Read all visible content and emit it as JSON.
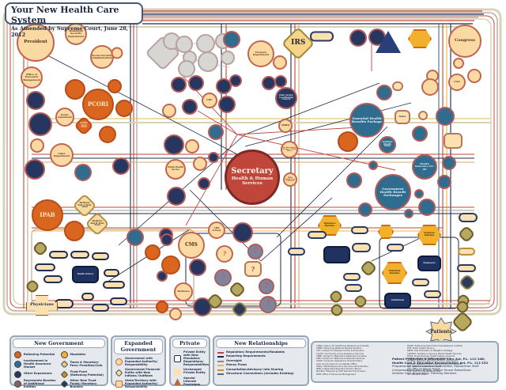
{
  "header": {
    "title": "Your New Health Care System",
    "subtitle": "As Amended by Supreme Court, June 28, 2012"
  },
  "nodes": {
    "secretary": {
      "line1": "Secretary",
      "line2": "Health & Human",
      "line3": "Services"
    },
    "irs": "IRS",
    "president": "President",
    "congress": "Congress",
    "pcori": "PCORI",
    "ipab": "IPAB",
    "cms": "CMS",
    "medicare": "Medicare",
    "treasury": "Treasury Department",
    "social_security": "Social Security Administration",
    "homeland_security": "Homeland Security Department",
    "labor": "Labor Department",
    "justice": "Justice Department",
    "opm": "Office of Personnel Management",
    "essential_benefits": "Essential Health Benefits Package",
    "exchanges": "Government Health Benefit Exchanges",
    "coop": "Health Insurance CO-OP",
    "cdc": "CDC",
    "ahrq": "AHRQ",
    "gao": "GAO",
    "employer_mandate": "Employer Mandate",
    "individual_mandate": "Individual Mandate",
    "economic_mandate": "Insurance Mandate",
    "patients": "Patients",
    "physicians": "Physicians",
    "health_insurer": "Health Insurer",
    "employers": "Employers",
    "individuals": "Individuals",
    "medicare_trust_a": "Medicare Part A Trust Fund",
    "medicare_trust_b": "Medicare Part B Trust Fund",
    "pcori_trust": "PCORI Trust Fund",
    "cms_actuary": "CMS Actuary",
    "inspector_general": "HHS Inspector General",
    "public_health": "Public Health Service",
    "surgeon_general": "US Preventive Services Task Force",
    "elder_justice": "Elder Justice Coordinating Council",
    "qualified_plans": "Qualified Health Plans",
    "states": "States"
  },
  "legend": {
    "new_government": {
      "heading": "New Government",
      "items": [
        {
          "label": "Rationing Potential",
          "color": "#d9651f",
          "shape": "circle"
        },
        {
          "label": "Mandates",
          "color": "#f3b02c",
          "shape": "circle"
        },
        {
          "label": "Involvement in Health Insurance Market",
          "color": "#2f6c8e",
          "shape": "circle"
        },
        {
          "label": "Taxes & Monetary Fees/ Penalties/Cuts",
          "color": "#e6c68a",
          "shape": "diamond"
        },
        {
          "label": "Other Expansions",
          "color": "#27365e",
          "shape": "circle"
        },
        {
          "label": "Trust Fund (Rationing Potential)",
          "color": "#c98a2a",
          "shape": "diamond"
        },
        {
          "label": "Represents Bundles of Additional Entities",
          "color": "#4a7a9a",
          "shape": "circle"
        },
        {
          "label": "Other New Trust Funds/ Monetary Bundles",
          "color": "#2b3a5e",
          "shape": "diamond"
        }
      ]
    },
    "expanded_government": {
      "heading": "Expanded Government",
      "items": [
        {
          "label": "Government with Expanded Authority/ Responsibility",
          "color": "#fbd9a3",
          "shape": "circle"
        },
        {
          "label": "Government Financial Entity with New Inflows/ Outflows",
          "color": "#f3e09a",
          "shape": "diamond"
        },
        {
          "label": "State/Territory with Expanded Authority/ Responsibility",
          "color": "#fbd9a3",
          "shape": "rect"
        }
      ]
    },
    "private": {
      "heading": "Private",
      "items": [
        {
          "label": "Private Entity with New Mandates/ Regulations/ Responsibilities",
          "color": "#ffffff",
          "shape": "rect"
        },
        {
          "label": "Unchanged Private Entity",
          "color": "#fbe0b0",
          "shape": "rect"
        },
        {
          "label": "Special Interest Provisions",
          "color": "#b56b3a",
          "shape": "triangle"
        }
      ]
    },
    "new_relationships": {
      "heading": "New Relationships",
      "items": [
        {
          "label": "Regulation/ Requirements/Mandates",
          "color": "#c0463b"
        },
        {
          "label": "Reporting Requirements",
          "color": "#1c2a44"
        },
        {
          "label": "Oversight",
          "color": "#8a8a8a"
        },
        {
          "label": "Money Flows",
          "color": "#e2b84a"
        },
        {
          "label": "Consultation/Advisory/ Info Sharing",
          "color": "#d08a3a"
        },
        {
          "label": "Structural Connections (Includes Existing)",
          "color": "#4a6a8a"
        }
      ]
    }
  },
  "acronyms": {
    "col1": [
      "AHRQ: Agency for Healthcare Research and Quality",
      "AMMP: Advancing Maternal Medical Practice",
      "CDC: Centers for Disease Control & Prevention",
      "CLASS: Community Living Assistance Services",
      "CMMI: Center for Medicare & Medicaid Innovation",
      "CMS: Centers for Medicare & Medicaid Services",
      "COOP: Consumer Operated & Oriented Plans",
      "GAO: Government Accountability Office",
      "HRSA: Health Resources & Services Administration",
      "IPAB: Independent Payment Advisory Board",
      "MACPAC: Medicaid & CHIP Payment Commission",
      "OPM: Office of Personnel Management"
    ],
    "col2": [
      "PCORI: Patient-Centered Outcomes Research Institute",
      "PHS: Public Health Service",
      "REMS: Risk Evaluation & Mitigation Strategy",
      "SAMHSA: Substance Abuse & Mental Health Services",
      "SHOP: Small Business Health Options Program",
      "USPSTF: US Preventive Services Task Force",
      "MedPAC: Medicare Payment Advisory Commission",
      "NHCWC: National Health Care Workforce Commission",
      "NIH: National Institutes of Health",
      "OIG: Office of Inspector General",
      "FDA: Food & Drug Administration",
      "VA: Veterans Affairs"
    ]
  },
  "credits": {
    "line1": "Patient Protection & Affordable Care Act, P.L. 111-148;",
    "line2": "Health Care & Education Reconciliation Act, P.L. 111-152",
    "line3": "Prepared by: Joint Economic Committee, Republican Staff",
    "line4": "Congressman Kevin Brady, Senior House Republican",
    "line5": "Senator Sam Brownback, Ranking Member"
  },
  "colors": {
    "regulation": "#c0463b",
    "reporting": "#1c2a44",
    "money": "#e2b84a",
    "consult": "#d9a86a",
    "structural": "#4a6a8a",
    "oversight": "#9a9a9a",
    "border": "#c9c9a8"
  }
}
